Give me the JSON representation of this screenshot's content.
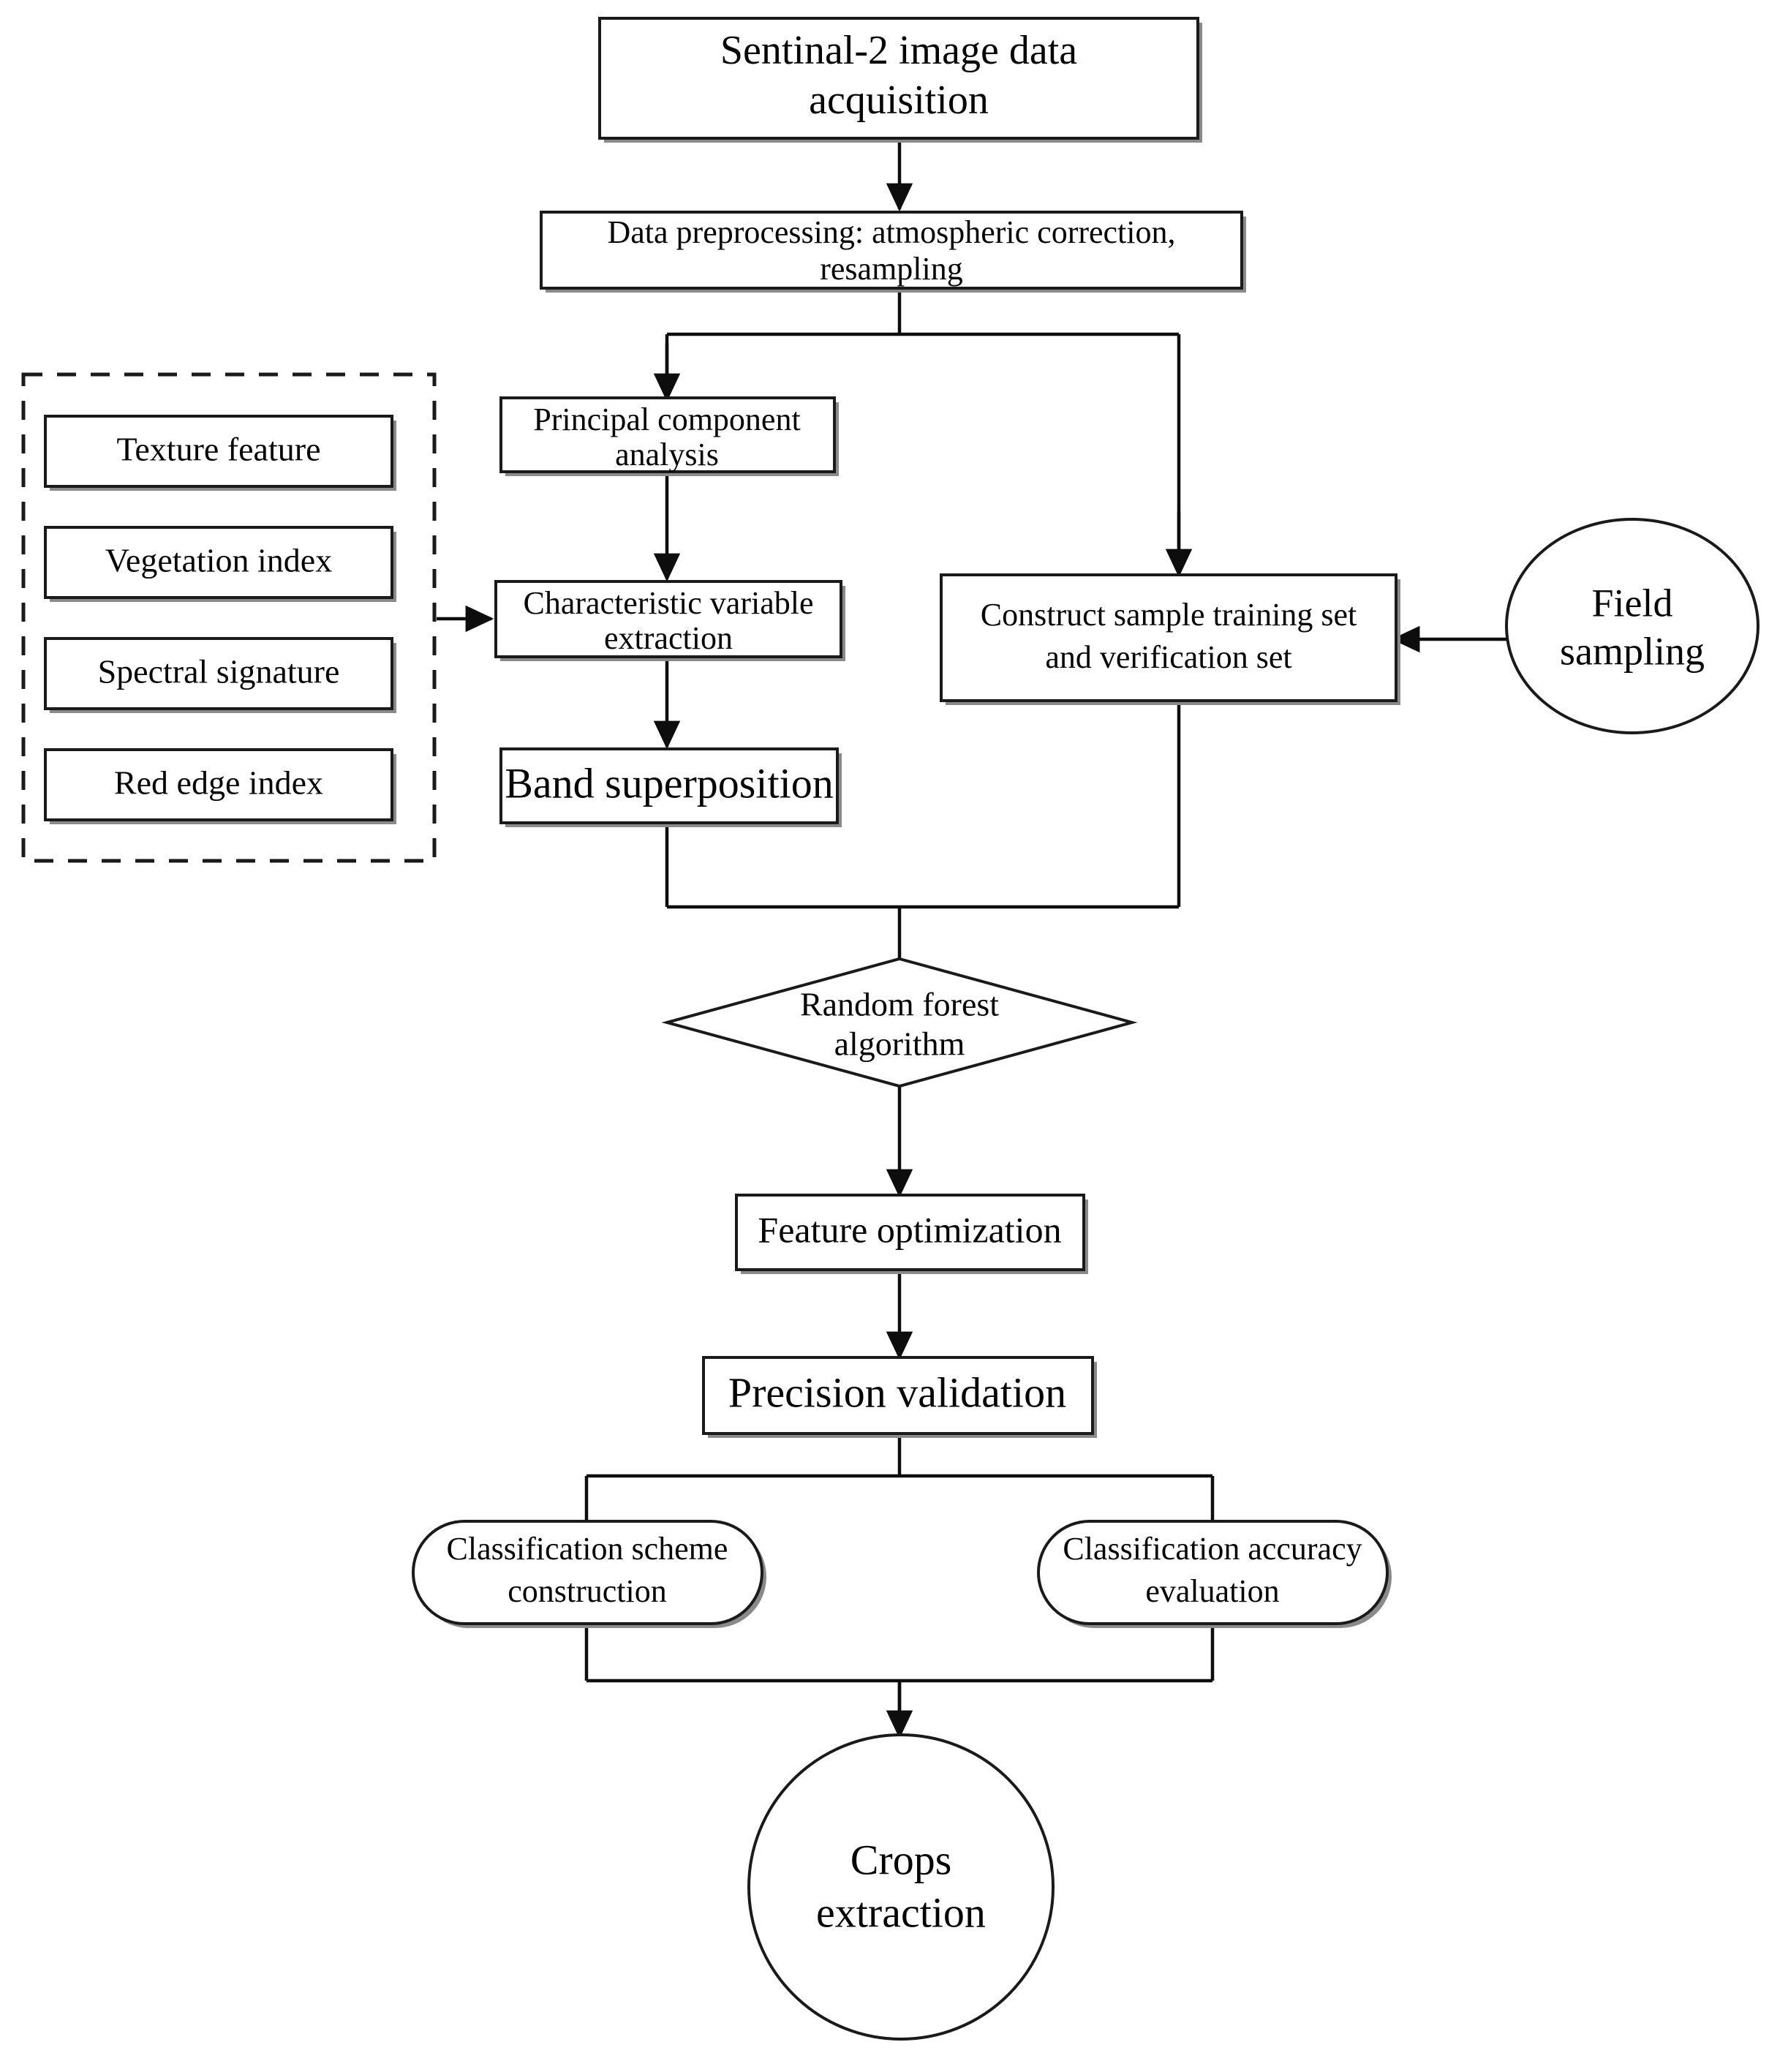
{
  "diagram": {
    "title": "Crop extraction workflow flowchart",
    "colors": {
      "stroke": "#1a1a1a",
      "shadow": "#8a8a8a",
      "background": "#ffffff",
      "text": "#050505"
    },
    "nodes": {
      "acquisition": {
        "label_line1": "Sentinal-2 image data",
        "label_line2": "acquisition",
        "shape": "rectangle"
      },
      "preprocessing": {
        "label_line1": "Data preprocessing: atmospheric correction,",
        "label_line2": "resampling",
        "shape": "rectangle"
      },
      "pca": {
        "label_line1": "Principal component",
        "label_line2": "analysis",
        "shape": "rectangle"
      },
      "char_extraction": {
        "label_line1": "Characteristic variable",
        "label_line2": "extraction",
        "shape": "rectangle"
      },
      "band_superposition": {
        "label_line1": "Band superposition",
        "label_line2": "",
        "shape": "rectangle"
      },
      "construct_sets": {
        "label_line1": "Construct sample training set",
        "label_line2": "and verification set",
        "shape": "rectangle"
      },
      "field_sampling": {
        "label_line1": "Field",
        "label_line2": "sampling",
        "shape": "ellipse"
      },
      "random_forest": {
        "label_line1": "Random forest",
        "label_line2": "algorithm",
        "shape": "diamond"
      },
      "feature_optimization": {
        "label_line1": "Feature optimization",
        "label_line2": "",
        "shape": "rectangle"
      },
      "precision_validation": {
        "label_line1": "Precision validation",
        "label_line2": "",
        "shape": "rectangle"
      },
      "scheme_construction": {
        "label_line1": "Classification scheme",
        "label_line2": "construction",
        "shape": "stadium"
      },
      "accuracy_evaluation": {
        "label_line1": "Classification accuracy",
        "label_line2": "evaluation",
        "shape": "stadium"
      },
      "crops_extraction": {
        "label_line1": "Crops",
        "label_line2": "extraction",
        "shape": "circle"
      }
    },
    "feature_group": {
      "shape": "dashed-container",
      "items": [
        {
          "label": "Texture feature"
        },
        {
          "label": "Vegetation index"
        },
        {
          "label": "Spectral signature"
        },
        {
          "label": "Red edge index"
        }
      ]
    }
  }
}
